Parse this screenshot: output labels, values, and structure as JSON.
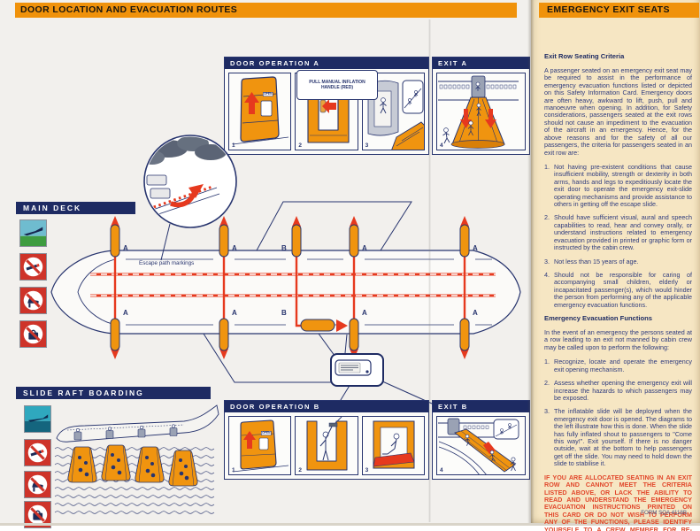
{
  "card": {
    "left_header": "DOOR LOCATION AND EVACUATION ROUTES",
    "right_header": "EMERGENCY EXIT SEATS",
    "form_number": "FORM SQA 4118B"
  },
  "door_operation_a": {
    "title": "DOOR OPERATION A",
    "callout": "PULL MANUAL INFLATION HANDLE (RED)",
    "open_label": "OPEN",
    "frame_numbers": [
      "1",
      "2",
      "3"
    ]
  },
  "exit_a": {
    "title": "EXIT A",
    "frame_number": "4"
  },
  "door_operation_b": {
    "title": "DOOR OPERATION B",
    "open_label": "OPEN",
    "frame_numbers": [
      "1",
      "2",
      "3"
    ]
  },
  "exit_b": {
    "title": "EXIT B",
    "frame_number": "4"
  },
  "main_deck": {
    "title": "MAIN DECK",
    "escape_path_label": "Escape path markings",
    "door_labels_top": [
      "A",
      "A",
      "B",
      "A",
      "A"
    ],
    "door_labels_bottom": [
      "A",
      "A",
      "B",
      "A",
      "A"
    ],
    "icons": [
      "land-evacuation",
      "no-smoking",
      "no-high-heels",
      "no-baggage"
    ]
  },
  "slide_raft": {
    "title": "SLIDE RAFT BOARDING",
    "icons": [
      "water-ditching",
      "no-smoking",
      "no-high-heels",
      "no-baggage"
    ]
  },
  "exit_seats": {
    "criteria_heading": "Exit Row Seating Criteria",
    "criteria_intro": "A passenger seated on an emergency exit seat may be required to assist in the performance of emergency evacuation functions listed or depicted on this Safety Information Card. Emergency doors are often heavy, awkward to lift, push, pull and manoeuvre when opening. In addition, for Safety considerations, passengers seated at the exit rows should not cause an impediment to the evacuation of the aircraft in an emergency. Hence, for the above reasons and for the safety of all our passengers, the criteria for passengers seated in an exit row are:",
    "list_numbers": [
      "1.",
      "2.",
      "3.",
      "4."
    ],
    "criteria_items": [
      "Not having pre-existent conditions that cause insufficient mobility, strength or dexterity in both arms, hands and legs to expeditiously locate the exit door to operate the emergency exit-slide operating mechanisms and provide assistance to others in getting off the escape slide.",
      "Should have sufficient visual, aural and speech capabilities to read, hear and convey orally, or understand instructions related to emergency evacuation provided in printed or graphic form or instructed by the cabin crew.",
      "Not less than 15 years of age.",
      "Should not be responsible for caring of accompanying small children, elderly or incapacitated passenger(s), which would hinder the person from performing any of the applicable emergency evacuation functions."
    ],
    "functions_heading": "Emergency Evacuation Functions",
    "functions_intro": "In the event of an emergency the persons seated at a row leading to an exit not manned by cabin crew may be called upon to perform the following:",
    "functions_items": [
      "Recognize, locate and operate the emergency exit opening mechanism.",
      "Assess whether opening the emergency exit will increase the hazards to which passengers may be exposed.",
      "The inflatable slide will be deployed when the emergency exit door is opened. The diagrams to the left illustrate how this is done. When the slide has fully inflated shout to passengers to \"Come this way!\". Exit yourself. If there is no danger outside, wait at the bottom to help passengers get off the slide. You may need to hold down the slide to stabilise it."
    ],
    "warning": "IF YOU ARE ALLOCATED SEATING IN AN EXIT ROW AND CANNOT MEET THE CRITERIA LISTED ABOVE, OR LACK THE ABILITY TO READ AND UNDERSTAND THE EMERGENCY EVACUATION INSTRUCTIONS PRINTED ON THIS CARD OR DO NOT WISH TO PERFORM ANY OF THE FUNCTIONS, PLEASE IDENTIFY YOURSELF TO A CREW MEMBER FOR RE-SEATING."
  },
  "colors": {
    "band_orange": "#f0920b",
    "navy": "#1e2b63",
    "body_text_blue": "#2e3b7e",
    "warning_red": "#e1472b",
    "cream": "#f6e6c3",
    "slide_orange": "#f0940f",
    "route_red": "#e6391e",
    "prohibition_red": "#ce3329"
  }
}
